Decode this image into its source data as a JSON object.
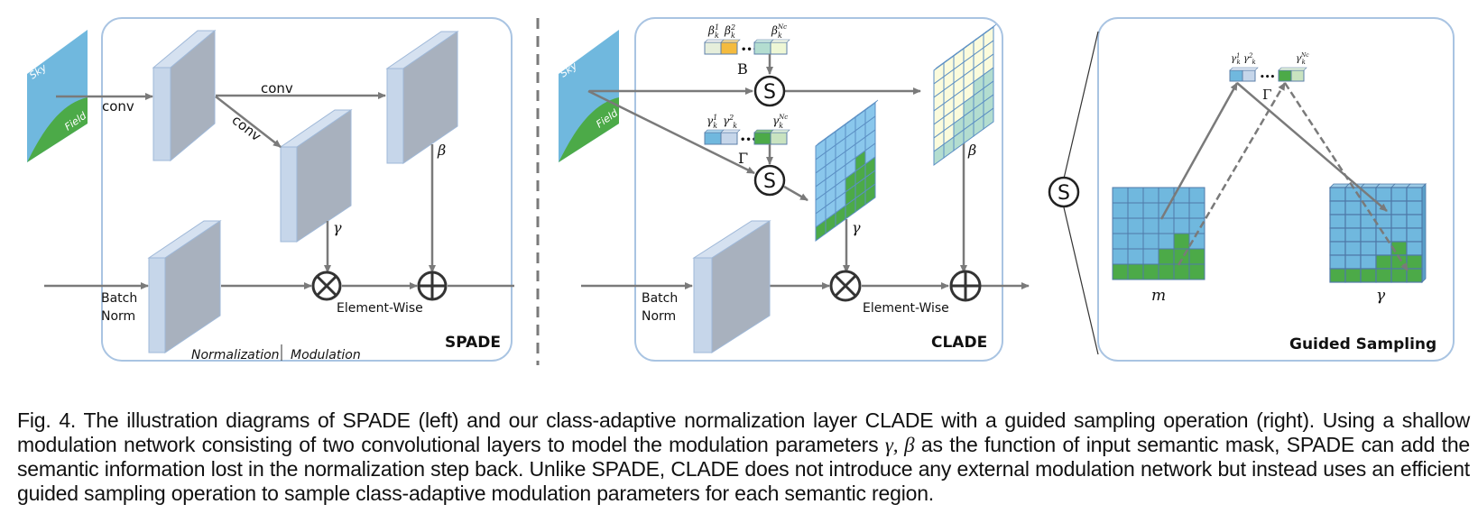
{
  "panels": {
    "spade": {
      "title": "SPADE",
      "input_labels": {
        "sky": "Sky",
        "field": "Field"
      },
      "conv_1": "conv",
      "conv_2": "conv",
      "conv_3": "conv",
      "gamma": "γ",
      "beta": "β",
      "batch_norm_line1": "Batch",
      "batch_norm_line2": "Norm",
      "element_wise": "Element-Wise",
      "normalization": "Normalization",
      "modulation": "Modulation"
    },
    "clade": {
      "title": "CLADE",
      "input_labels": {
        "sky": "Sky",
        "field": "Field"
      },
      "beta_bank_symbol": "B",
      "gamma_bank_symbol": "Γ",
      "sample_symbol": "S",
      "gamma": "γ",
      "beta": "β",
      "batch_norm_line1": "Batch",
      "batch_norm_line2": "Norm",
      "element_wise": "Element-Wise",
      "beta_vec_labels": [
        "β",
        "β",
        "β"
      ],
      "gamma_vec_labels": [
        "γ",
        "γ",
        "γ"
      ],
      "sup_1": "1",
      "sup_2": "2",
      "sup_nc": "Nc",
      "sub_k": "k",
      "dots": "•••"
    },
    "guided": {
      "title": "Guided Sampling",
      "sample_symbol": "S",
      "bank_symbol": "Γ",
      "mask_label": "m",
      "output_label": "γ",
      "dots": "•••"
    }
  },
  "colors": {
    "sky": "#70b8de",
    "field": "#4caa48",
    "panel_border": "#a9c4e2",
    "block_front": "#a8b1be",
    "block_side": "#c6d6ea",
    "arrow": "#7a7a7a",
    "beta_light": "#fbfbdc",
    "beta_teal": "#b3ddd0",
    "orange": "#f4bb3e"
  },
  "caption": {
    "prefix": "Fig. 4. The illustration diagrams of SPADE (left) and our class-adaptive normalization layer CLADE with a guided sampling operation (right). Using a shallow modulation network consisting of two convolutional layers to model the modulation parameters ",
    "math": "γ, β",
    "suffix": " as the function of input semantic mask, SPADE can add the semantic information lost in the normalization step back. Unlike SPADE, CLADE does not introduce any external modulation network but instead uses an efficient guided sampling operation to sample class-adaptive modulation parameters for each semantic region."
  }
}
